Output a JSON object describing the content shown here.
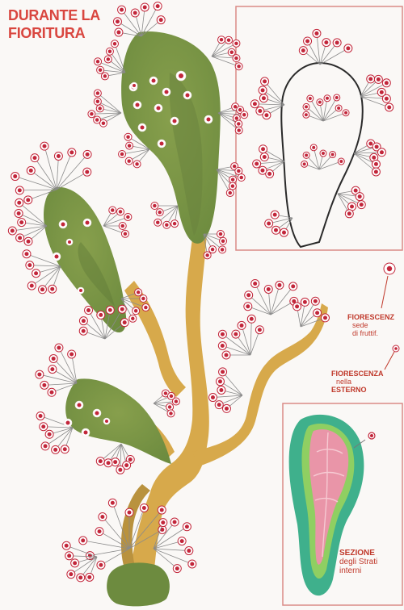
{
  "title_line1": "DURANTE LA",
  "title_line2": "FIORITURA",
  "labels": {
    "fioresc_main": "FIORESCENZ",
    "fioresc_sub1": "sede",
    "fioresc_sub2": "di fruttif.",
    "fioresc_ext_main": "FIORESCENZA",
    "fioresc_ext_sub": "nella",
    "fioresc_ext_main2": "ESTERNO",
    "section_line1": "SEZIONE",
    "section_line2": "degli Strati",
    "section_line3": "interni"
  },
  "colors": {
    "title": "#d9463f",
    "frond_green": "#7f9a4a",
    "frond_dark": "#6d8840",
    "stem": "#d7a94b",
    "frame": "#d98a86",
    "dot": "#c2263a",
    "section_outer": "#3fb08c",
    "section_mid": "#8fcf62",
    "section_inner": "#e995a8"
  }
}
